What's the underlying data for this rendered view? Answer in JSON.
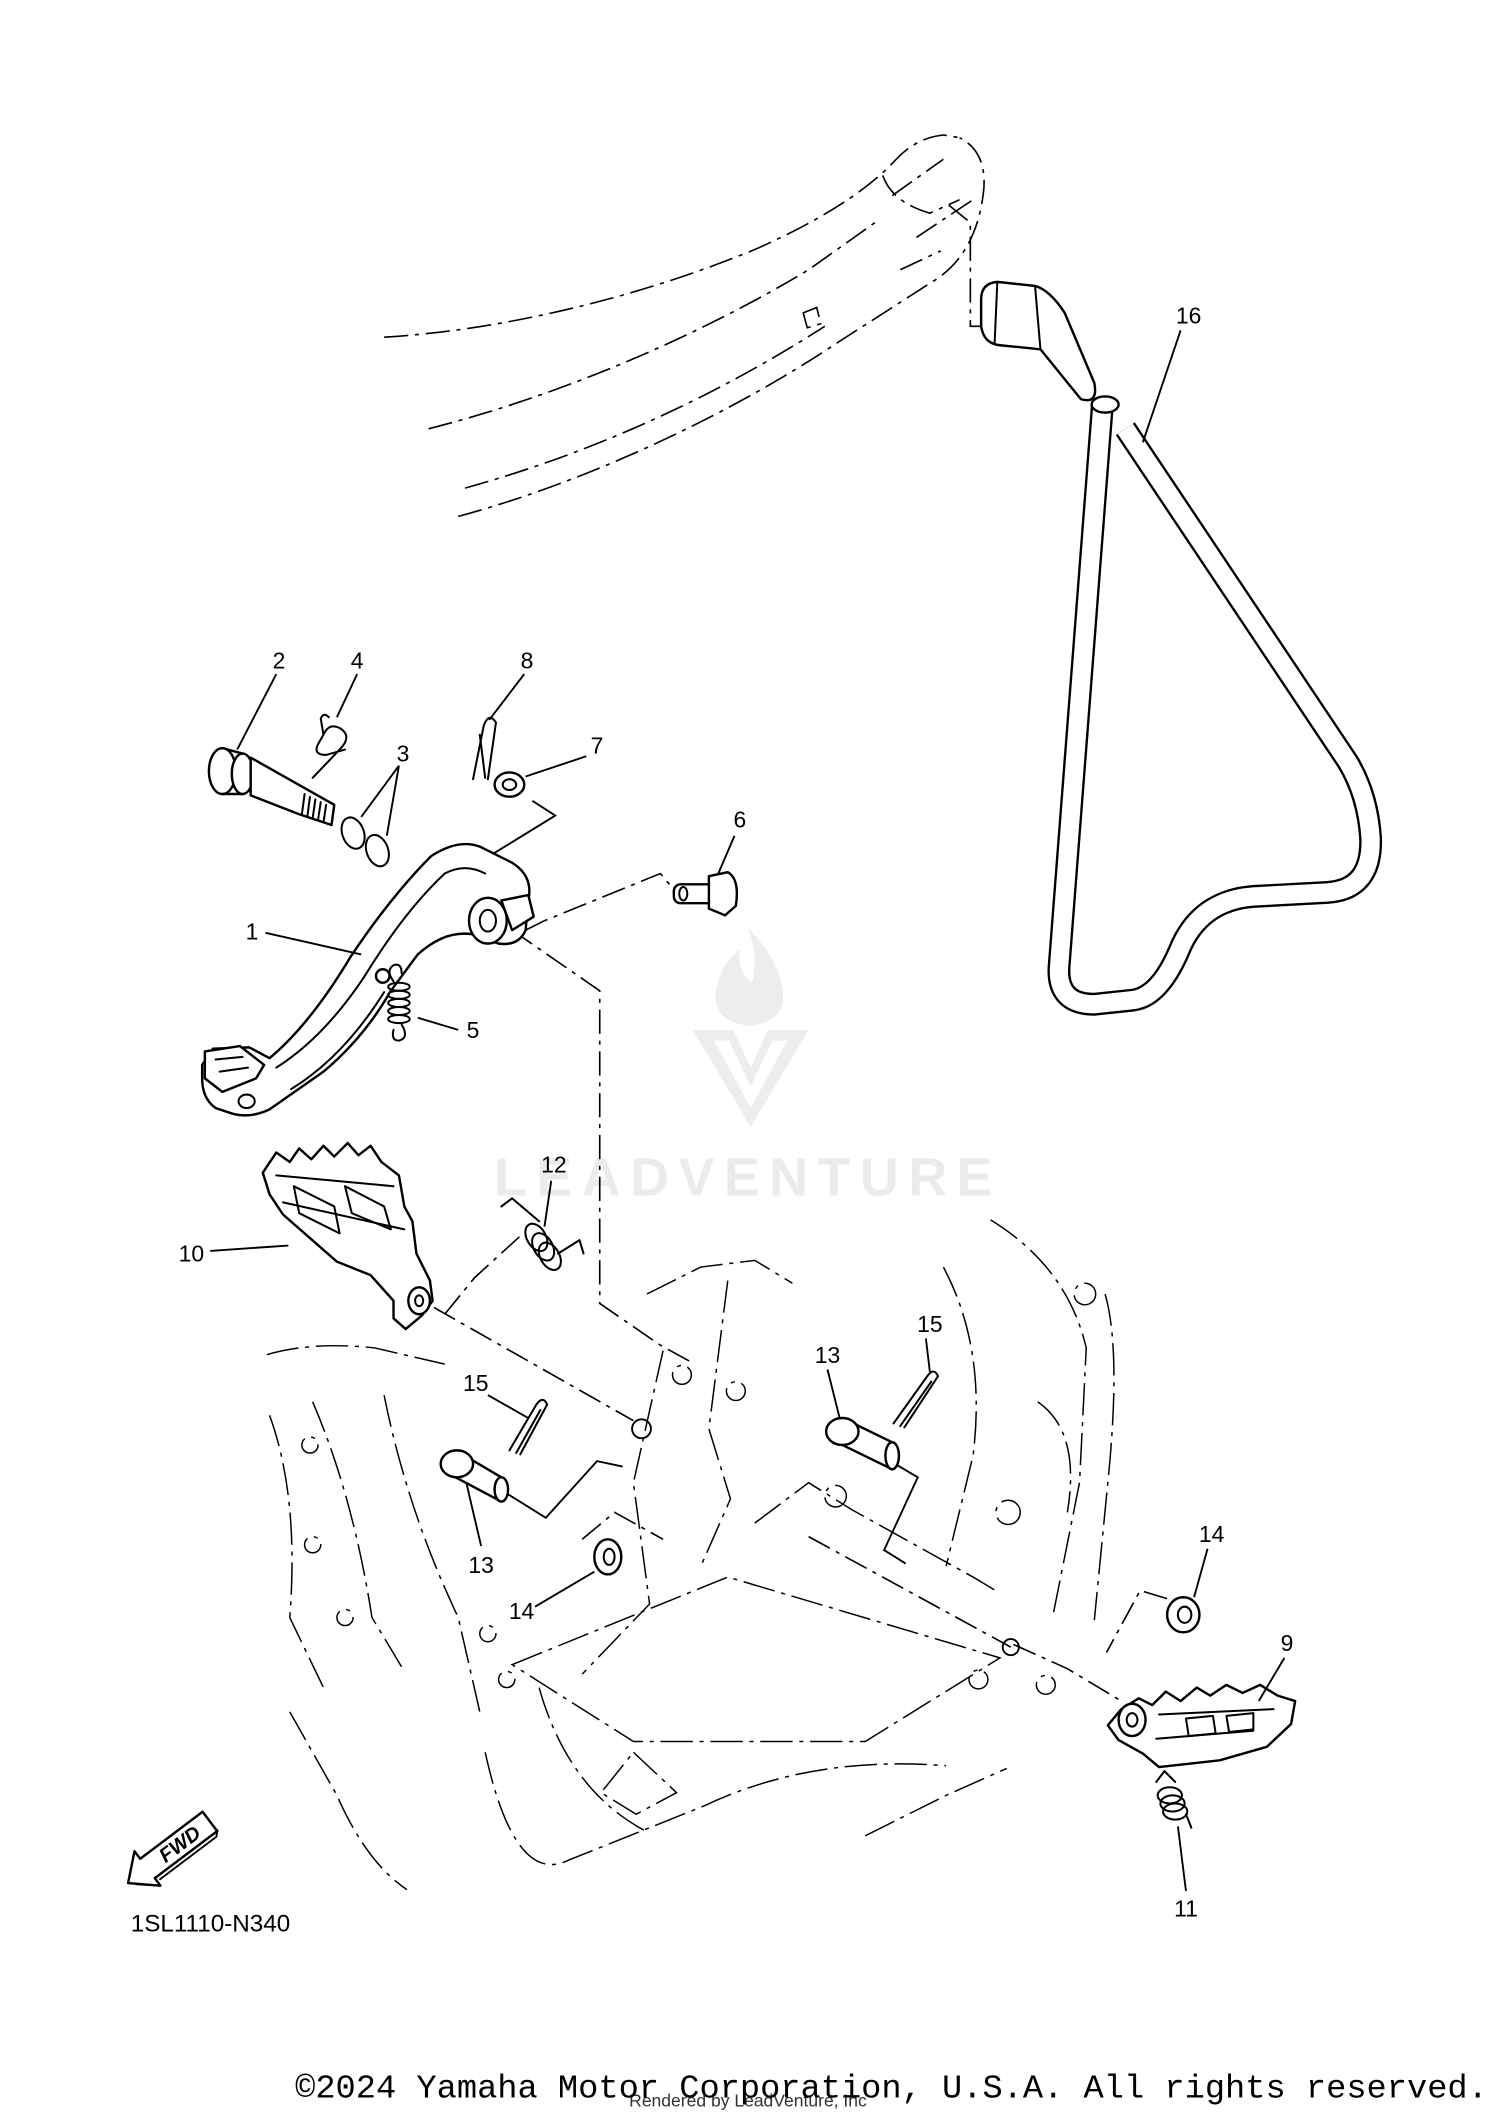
{
  "diagram": {
    "callouts": [
      "16",
      "2",
      "4",
      "8",
      "3",
      "7",
      "6",
      "1",
      "5",
      "12",
      "10",
      "15",
      "13",
      "15",
      "13",
      "14",
      "14",
      "9",
      "11"
    ],
    "diagram_code": "1SL1110-N340",
    "fwd_label": "FWD",
    "watermark": "LEADVENTURE",
    "copyright": "©2024 Yamaha Motor Corporation, U.S.A. All rights reserved.",
    "rendered_by": "Rendered by LeadVenture, Inc"
  }
}
